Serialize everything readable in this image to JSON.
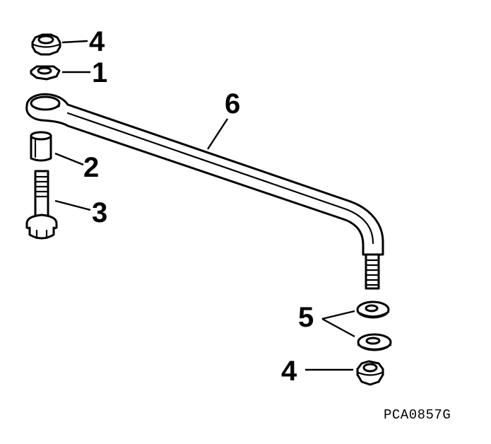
{
  "diagram": {
    "drawing_code": "PCA0857G",
    "callouts": [
      {
        "id": "nut-top",
        "label": "4"
      },
      {
        "id": "washer-top",
        "label": "1"
      },
      {
        "id": "bushing",
        "label": "2"
      },
      {
        "id": "bolt",
        "label": "3"
      },
      {
        "id": "link-rod",
        "label": "6"
      },
      {
        "id": "washers-bottom",
        "label": "5"
      },
      {
        "id": "nut-bottom",
        "label": "4"
      }
    ]
  }
}
